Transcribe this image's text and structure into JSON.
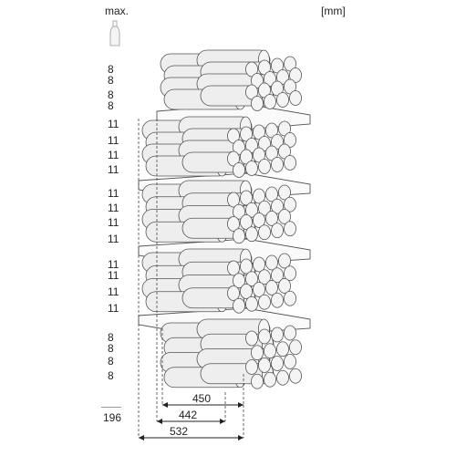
{
  "header": {
    "max_label": "max.",
    "unit_label": "[mm]"
  },
  "shelf_counts": [
    "8",
    "8",
    "8",
    "8",
    "11",
    "11",
    "11",
    "11",
    "11",
    "11",
    "11",
    "11",
    "11",
    "11",
    "11",
    "11",
    "8",
    "8",
    "8",
    "8"
  ],
  "total": "196",
  "dimensions": {
    "depth_a": "450",
    "depth_b": "442",
    "depth_c": "532"
  },
  "colors": {
    "bottle_fill": "#eeeeee",
    "bottle_stroke": "#555555",
    "line": "#333333"
  }
}
